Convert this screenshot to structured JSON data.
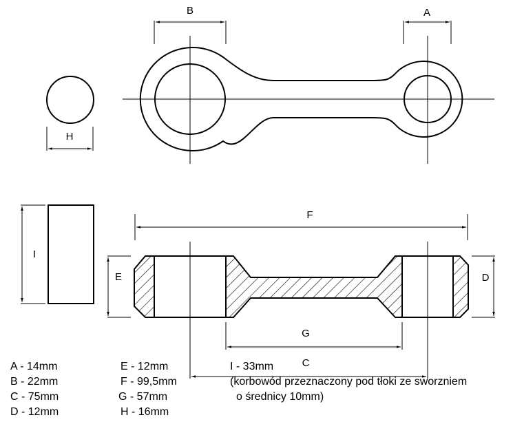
{
  "labels": {
    "A": "A",
    "B": "B",
    "C": "C",
    "D": "D",
    "E": "E",
    "F": "F",
    "G": "G",
    "H": "H",
    "I": "I"
  },
  "specs": {
    "col1": [
      "A - 14mm",
      "B - 22mm",
      "C - 75mm",
      "D - 12mm"
    ],
    "col2": [
      "E - 12mm",
      "F - 99,5mm",
      "G - 57mm",
      "H - 16mm"
    ],
    "col3": [
      "I - 33mm",
      "(korbowód przeznaczony pod tłoki ze sworzniem",
      "o średnicy 10mm)"
    ]
  },
  "colors": {
    "line": "#000000",
    "background": "#ffffff"
  }
}
